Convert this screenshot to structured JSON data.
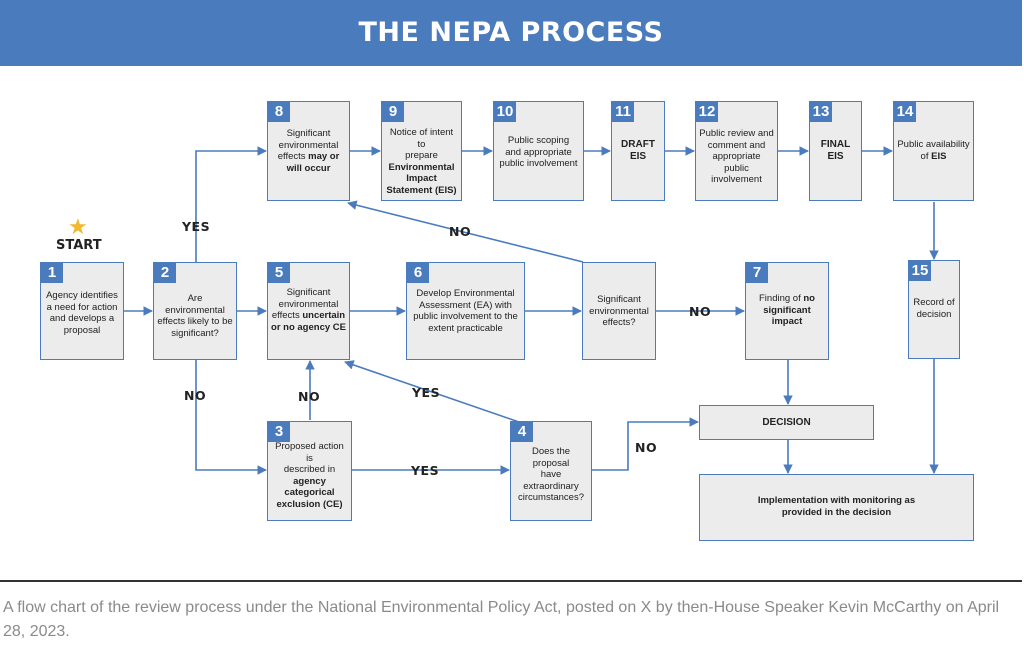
{
  "header": {
    "title": "THE NEPA  PROCESS"
  },
  "start": {
    "label": "START"
  },
  "steps": [
    {
      "num": "1",
      "lines": [
        "Agency identifies",
        "a need for action",
        "and develops a",
        "proposal"
      ]
    },
    {
      "num": "2",
      "lines": [
        "Are environmental",
        "effects likely to be",
        "significant?"
      ]
    },
    {
      "num": "3",
      "lines": [
        "Proposed action is",
        "described in"
      ],
      "bold_lines": [
        "agency",
        "categorical",
        "exclusion (CE)"
      ]
    },
    {
      "num": "4",
      "lines": [
        "Does the proposal",
        "have",
        "extraordinary",
        "circumstances?"
      ]
    },
    {
      "num": "5",
      "lines": [
        "Significant",
        "environmental",
        "effects"
      ],
      "bold_inline": "uncertain",
      "bold_lines": [
        "or no agency CE"
      ]
    },
    {
      "num": "6",
      "lines": [
        "Develop Environmental",
        "Assessment (EA) with",
        "public involvement to the",
        "extent practicable"
      ]
    },
    {
      "num": "7",
      "line_a": "Finding of",
      "bold_inline": "no",
      "bold_lines": [
        "significant",
        "impact"
      ]
    },
    {
      "num": "8",
      "lines": [
        "Significant",
        "environmental",
        "effects"
      ],
      "bold_inline": "may or",
      "bold_lines": [
        "will occur"
      ]
    },
    {
      "num": "9",
      "lines": [
        "Notice of intent to",
        "prepare"
      ],
      "bold_lines": [
        "Environmental",
        "Impact",
        "Statement (EIS)"
      ]
    },
    {
      "num": "10",
      "lines": [
        "Public scoping",
        "and appropriate",
        "public involvement"
      ]
    },
    {
      "num": "11",
      "bold_lines": [
        "DRAFT",
        "EIS"
      ]
    },
    {
      "num": "12",
      "lines": [
        "Public review and",
        "comment and",
        "appropriate public",
        "involvement"
      ]
    },
    {
      "num": "13",
      "bold_lines": [
        "FINAL",
        "EIS"
      ]
    },
    {
      "num": "14",
      "lines": [
        "Public availability",
        "of"
      ],
      "bold_inline": "EIS"
    },
    {
      "num": "15",
      "lines": [
        "Record of",
        "decision"
      ]
    }
  ],
  "sig_effects": {
    "lines": [
      "Significant",
      "environmental",
      "effects?"
    ]
  },
  "decision": {
    "label": "DECISION"
  },
  "implementation": {
    "lines": [
      "Implementation with monitoring as",
      "provided in the decision"
    ]
  },
  "labels": {
    "yes_2_8": "YES",
    "no_sig_8": "NO",
    "no_sig_7": "NO",
    "no_2_3": "NO",
    "no_3_5": "NO",
    "yes_4_5": "YES",
    "yes_3_4": "YES",
    "no_4_dec": "NO"
  },
  "caption": "A flow chart of the review process under the National Environmental Policy Act, posted on X by then-House Speaker Kevin McCarthy on April 28, 2023."
}
